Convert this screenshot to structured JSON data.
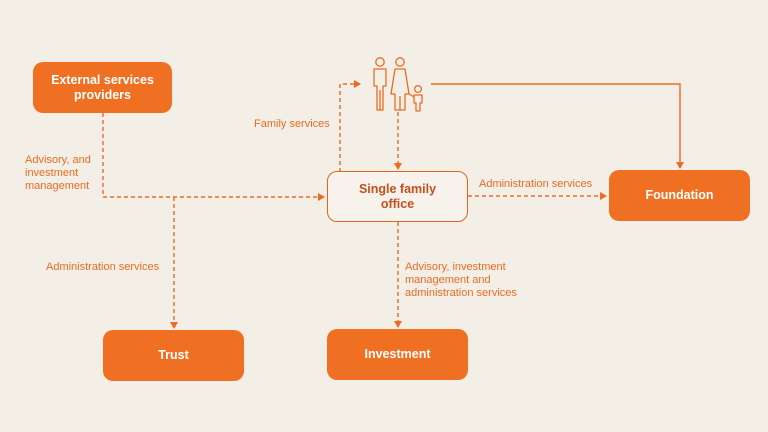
{
  "colors": {
    "accent": "#f07023",
    "background": "#f3efe7",
    "text_dark": "#c4501a"
  },
  "nodes": {
    "external": "External services providers",
    "family_icon": "family-icon",
    "single_family_office": "Single family office",
    "foundation": "Foundation",
    "trust": "Trust",
    "investment": "Investment"
  },
  "edges": {
    "family_services": "Family services",
    "advisory_line1": "Advisory, and",
    "advisory_line2": "investment",
    "advisory_line3": "management",
    "admin_foundation": "Administration services",
    "admin_trust": "Administration services",
    "invest_line1": "Advisory, investment",
    "invest_line2": "management and",
    "invest_line3": "administration services"
  }
}
